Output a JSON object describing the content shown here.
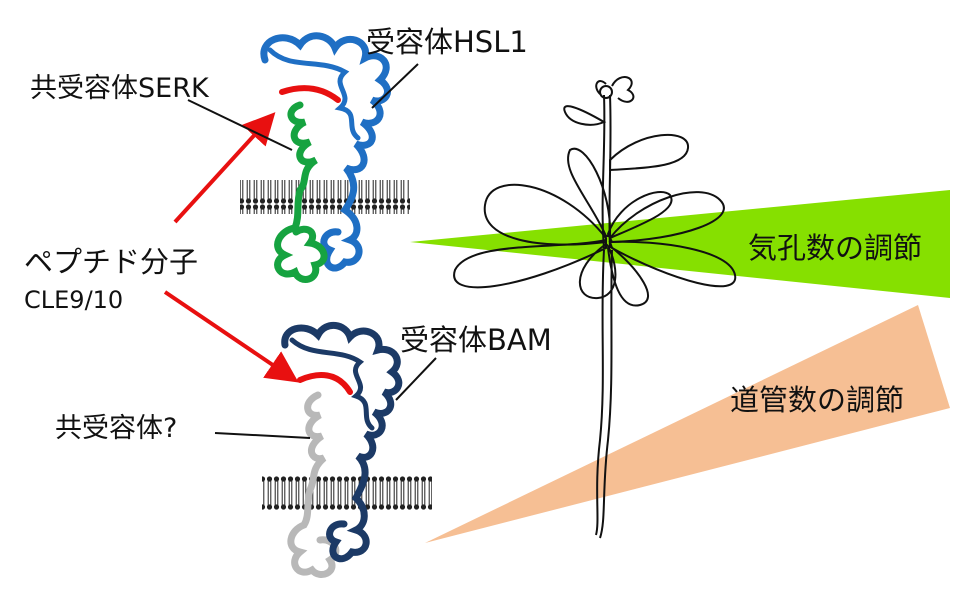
{
  "labels": {
    "hsl1_receptor": "受容体HSL1",
    "serk_coreceptor": "共受容体SERK",
    "peptide": "ペプチド分子",
    "peptide_name": "CLE9/10",
    "bam_receptor": "受容体BAM",
    "unknown_coreceptor": "共受容体?",
    "stomata_regulation": "気孔数の調節",
    "xylem_regulation": "道管数の調節"
  },
  "colors": {
    "hsl1": "#1f6fc4",
    "serk": "#16a340",
    "bam": "#1c3a66",
    "unknown": "#b8b8b8",
    "peptide_arrow": "#e81010",
    "stomata_wedge": "#86e000",
    "xylem_wedge": "#f6bf94"
  }
}
